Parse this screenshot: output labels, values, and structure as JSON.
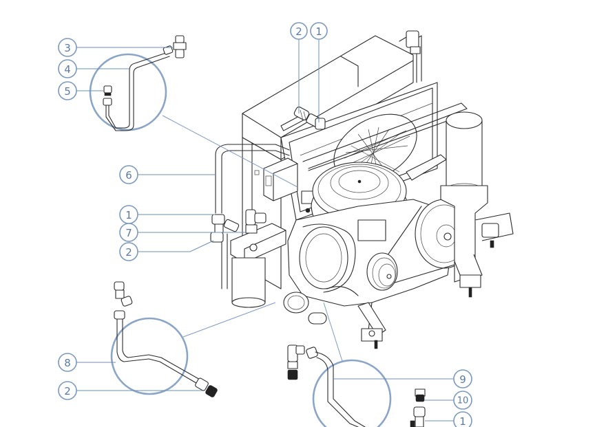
{
  "diagram": {
    "type": "exploded-parts-view",
    "subject": "compressor unit with cooler, air filter, oil filter, pulleys and piping",
    "colors": {
      "callout": "#7b98bd",
      "callout_text": "#5b7aa3",
      "drawing_line": "#2a2a2a",
      "background": "#ffffff"
    },
    "callouts": [
      {
        "id": "c3-top",
        "label": "3",
        "target": "tee fitting (detail A)"
      },
      {
        "id": "c4-top",
        "label": "4",
        "target": "bent pipe (detail A)"
      },
      {
        "id": "c5-top",
        "label": "5",
        "target": "pipe nut fitting (detail A)"
      },
      {
        "id": "c2-topmid",
        "label": "2",
        "target": "union fitting on cooler"
      },
      {
        "id": "c1-topmid",
        "label": "1",
        "target": "elbow fitting on cooler"
      },
      {
        "id": "c6-left",
        "label": "6",
        "target": "vertical cooler pipe"
      },
      {
        "id": "c1-left",
        "label": "1",
        "target": "elbow fitting at oil filter"
      },
      {
        "id": "c7-left",
        "label": "7",
        "target": "tee fitting at oil filter"
      },
      {
        "id": "c2-left",
        "label": "2",
        "target": "union fitting at oil filter"
      },
      {
        "id": "c8-bottom",
        "label": "8",
        "target": "bent pipe (detail B)"
      },
      {
        "id": "c2-bottom",
        "label": "2",
        "target": "adapter fitting (detail B)"
      },
      {
        "id": "c9-bottom",
        "label": "9",
        "target": "bent pipe (detail C)"
      },
      {
        "id": "c10-bottom",
        "label": "10",
        "target": "straight adapter (detail C)"
      },
      {
        "id": "c1-bottom",
        "label": "1",
        "target": "elbow fitting (detail C)"
      }
    ],
    "detail_views": [
      {
        "id": "detail-a",
        "contains": [
          "3",
          "4",
          "5"
        ]
      },
      {
        "id": "detail-b",
        "contains": [
          "8",
          "2"
        ]
      },
      {
        "id": "detail-c",
        "contains": [
          "9",
          "10",
          "1"
        ]
      }
    ]
  }
}
